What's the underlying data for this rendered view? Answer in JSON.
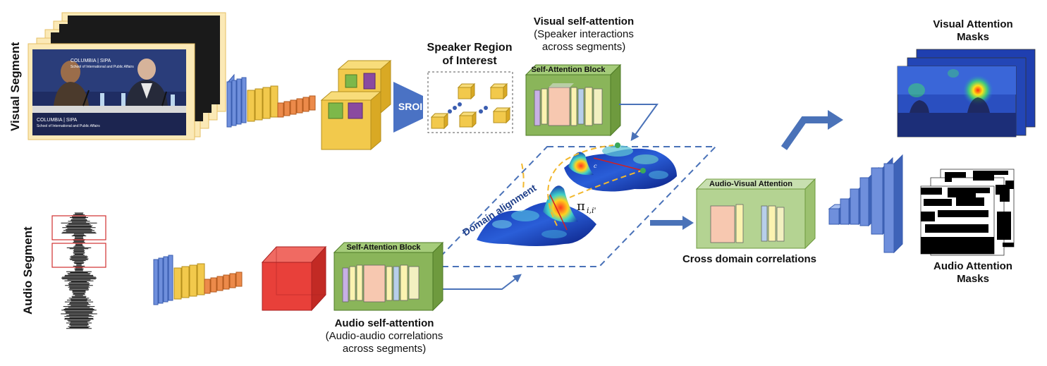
{
  "labels": {
    "visual_segment": "Visual Segment",
    "audio_segment": "Audio Segment",
    "speaker_roi": [
      "Speaker Region",
      "of Interest"
    ],
    "sroi": "SROI",
    "visual_sa_title": "Visual self-attention",
    "visual_sa_sub": [
      "(Speaker interactions",
      "across segments)"
    ],
    "self_attention_block": "Self-Attention Block",
    "audio_sa_title": "Audio self-attention",
    "audio_sa_sub": [
      "(Audio-audio correlations",
      "across segments)"
    ],
    "domain_alignment": "Domain alignment",
    "pi": "π",
    "pi_sub": "i,i'",
    "cost": "c",
    "av_attention": "Audio-Visual Attention",
    "cross_domain": "Cross domain correlations",
    "visual_masks": [
      "Visual Attention",
      "Masks"
    ],
    "audio_masks": [
      "Audio Attention",
      "Masks"
    ]
  },
  "video_frame": {
    "logo": "COLUMBIA | SIPA",
    "logo_sub": "School of International and Public Affairs",
    "caption": "COLUMBIA | SIPA",
    "caption_sub": "School of International and Public Affairs"
  },
  "colors": {
    "blue_layer": "#5b7fd1",
    "yellow_layer": "#f0c84a",
    "orange_layer": "#e8894a",
    "green_block": "#8ab55a",
    "red_cube": "#e8403a",
    "arrow": "#4a72b8",
    "dashed": "#4a72b8"
  }
}
